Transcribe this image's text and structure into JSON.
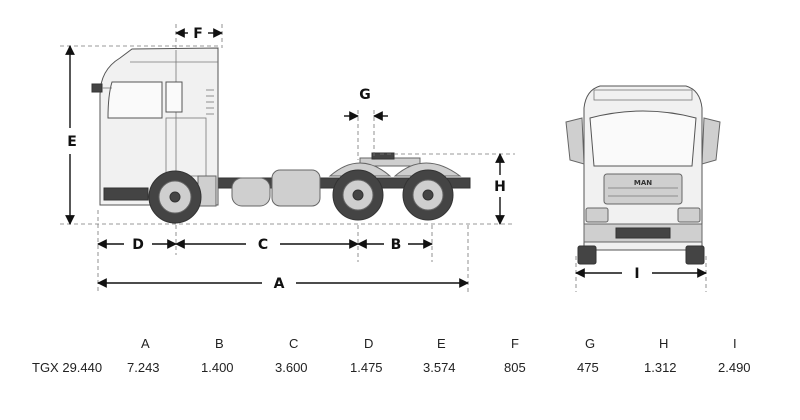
{
  "dimension_letters": [
    "A",
    "B",
    "C",
    "D",
    "E",
    "F",
    "G",
    "H",
    "I"
  ],
  "table": {
    "columns": [
      "A",
      "B",
      "C",
      "D",
      "E",
      "F",
      "G",
      "H",
      "I"
    ],
    "rows": [
      {
        "model": "TGX 29.440",
        "values": [
          "7.243",
          "1.400",
          "3.600",
          "1.475",
          "3.574",
          "805",
          "475",
          "1.312",
          "2.490"
        ]
      }
    ]
  },
  "logo": "MAN"
}
